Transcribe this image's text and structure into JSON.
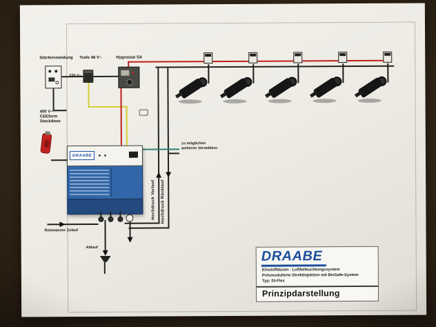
{
  "top_devices": {
    "stoerfernmeldung_label": "Störfernmeldung",
    "trafo_label": "Trafo 48 V~",
    "voltage_label": "230 V~",
    "hygrostat_label": "Hygrostat SA"
  },
  "power": {
    "v400_line1": "400 V~",
    "v400_line2": "CEEform",
    "v400_line3": "Steckdose"
  },
  "machine": {
    "brand": "DRAABE"
  },
  "piping": {
    "vorlauf_label": "Hochdruck Vorlauf",
    "ruecklauf_label": "Hochdruck Rücklauf",
    "weitere_line1": "zu möglichen",
    "weitere_line2": "weiteren Verneblern",
    "reinwasser_label": "Reinwasser Zulauf",
    "ablauf_label": "Ablauf"
  },
  "nozzle_count": 5,
  "infobox": {
    "brand": "DRAABE",
    "subtitle1": "Einstoffdüsen - Luftbefeuchtungssystem",
    "subtitle2": "Pulsmodulierte Direktinjektion mit BioSafe-System",
    "subtitle3": "Typ: DI-Flex",
    "title": "Prinzipdarstellung"
  },
  "colors": {
    "wire_red": "#c01e1c",
    "wire_yellow": "#d4cf33",
    "pipe_teal": "#2f7f78",
    "machine_blue": "#3266a8",
    "machine_blue_dark": "#24497e",
    "brand_blue": "#1c4f9c"
  }
}
